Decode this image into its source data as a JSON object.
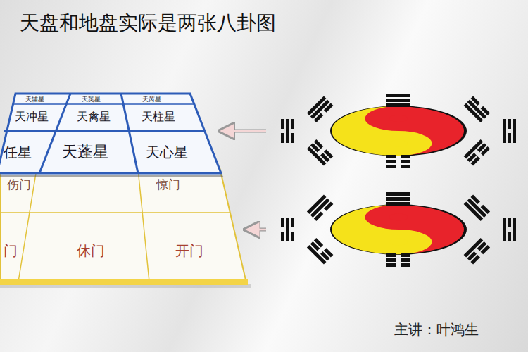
{
  "diagram": {
    "title": "天盘和地盘实际是两张八卦图",
    "caption": "主讲：叶鸿生",
    "nodes": [
      {
        "text": [
          "天辅星"
        ]
      },
      {
        "text": [
          "天英星"
        ]
      },
      {
        "text": [
          "天芮星"
        ]
      },
      {
        "text": [
          "天冲星"
        ]
      },
      {
        "text": [
          "天禽星"
        ]
      },
      {
        "text": [
          "天柱星"
        ]
      },
      {
        "text": [
          "任星"
        ]
      },
      {
        "text": [
          "天蓬星"
        ]
      },
      {
        "text": [
          "天心星"
        ]
      },
      {
        "text": [
          "伤门"
        ]
      },
      {
        "text": [
          "惊门"
        ]
      },
      {
        "text": [
          "门"
        ]
      },
      {
        "text": [
          "休门"
        ]
      },
      {
        "text": [
          "开门"
        ]
      }
    ]
  }
}
